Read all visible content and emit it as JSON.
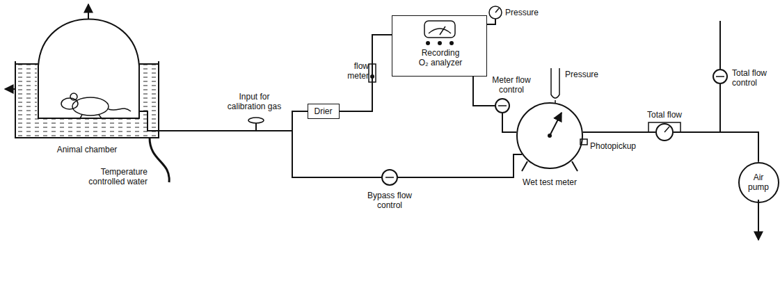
{
  "diagram": {
    "nodes": [
      {
        "text": [
          "Animal chamber"
        ]
      },
      {
        "text": [
          "Drier"
        ]
      },
      {
        "text": [
          "Recording O₂ analyzer"
        ]
      },
      {
        "text": [
          "Meter flow control"
        ]
      },
      {
        "text": [
          "Bypass flow control"
        ]
      },
      {
        "text": [
          "Wet test meter"
        ]
      },
      {
        "text": [
          "Total flow"
        ]
      },
      {
        "text": [
          "Total flow control"
        ]
      },
      {
        "text": [
          "Air pump"
        ]
      }
    ],
    "edges": [
      {
        "from": 0,
        "to": 1,
        "arrow": "none"
      },
      {
        "from": 0,
        "to": 4,
        "arrow": "none"
      },
      {
        "from": 1,
        "to": 2,
        "arrow": "none"
      },
      {
        "from": 2,
        "to": 3,
        "arrow": "none"
      },
      {
        "from": 3,
        "to": 5,
        "arrow": "none"
      },
      {
        "from": 4,
        "to": 5,
        "arrow": "none"
      },
      {
        "from": 5,
        "to": 6,
        "arrow": "none"
      },
      {
        "from": 6,
        "to": 8,
        "arrow": "none"
      },
      {
        "from": 7,
        "to": 8,
        "arrow": "none"
      }
    ],
    "labels": [
      "Input for calibration gas",
      "flow meter",
      "Pressure",
      "Pressure",
      "Photopickup",
      "Temperature controlled water"
    ]
  }
}
